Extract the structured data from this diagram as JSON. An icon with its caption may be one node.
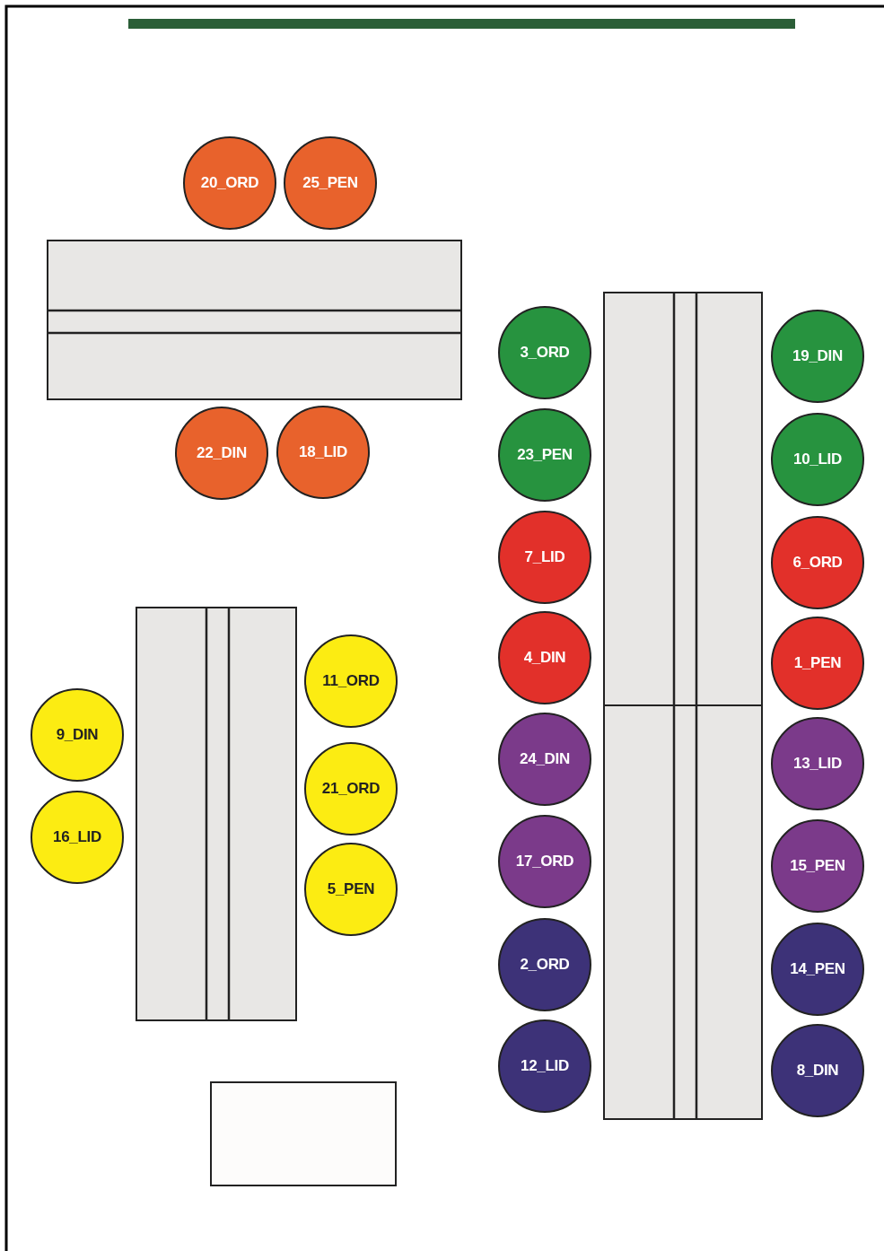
{
  "diagram": {
    "nodes": [
      {
        "text": [
          "20_ORD"
        ]
      },
      {
        "text": [
          "25_PEN"
        ]
      },
      {
        "text": [],
        "shape": "box"
      },
      {
        "text": [
          "22_DIN"
        ]
      },
      {
        "text": [
          "18_LID"
        ]
      },
      {
        "text": [
          "3_ORD"
        ]
      },
      {
        "text": [],
        "shape": "box"
      },
      {
        "text": [
          "19_DIN"
        ]
      },
      {
        "text": [
          "23_PEN"
        ]
      },
      {
        "text": [
          "10_LID"
        ]
      },
      {
        "text": [
          "7_LID"
        ]
      },
      {
        "text": [
          "6_ORD"
        ]
      },
      {
        "text": [
          "4_DIN"
        ]
      },
      {
        "text": [
          "1_PEN"
        ]
      },
      {
        "text": [
          "11_ORD"
        ]
      },
      {
        "text": [],
        "shape": "box"
      },
      {
        "text": [
          "9_DIN"
        ]
      },
      {
        "text": [
          "24_DIN"
        ]
      },
      {
        "text": [],
        "shape": "box"
      },
      {
        "text": [
          "13_LID"
        ]
      },
      {
        "text": [
          "21_ORD"
        ]
      },
      {
        "text": [
          "16_LID"
        ]
      },
      {
        "text": [
          "17_ORD"
        ]
      },
      {
        "text": [
          "15_PEN"
        ]
      },
      {
        "text": [
          "5_PEN"
        ]
      },
      {
        "text": [
          "2_ORD"
        ]
      },
      {
        "text": [
          "14_PEN"
        ]
      },
      {
        "text": [
          "12_LID"
        ]
      },
      {
        "text": [
          "8_DIN"
        ]
      },
      {
        "text": [],
        "shape": "box"
      }
    ]
  }
}
